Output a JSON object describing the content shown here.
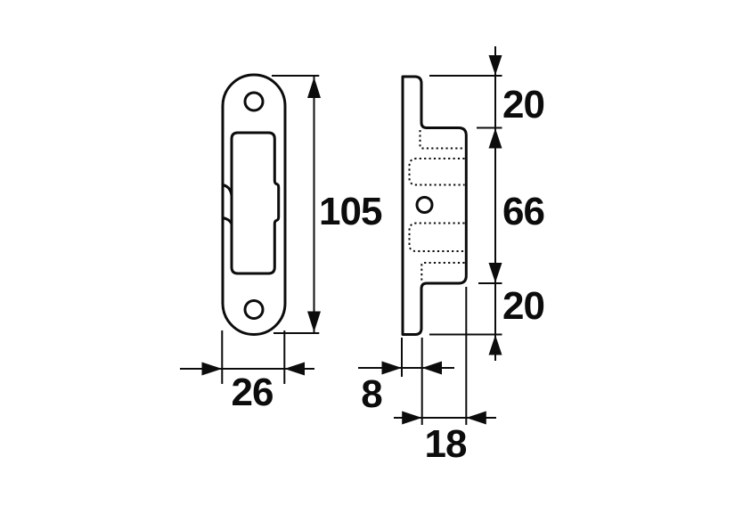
{
  "diagram": {
    "kind": "technical-drawing",
    "views": [
      "front-view",
      "side-view"
    ]
  },
  "dimensions": {
    "front_height": "105",
    "front_width": "26",
    "side_top_offset": "20",
    "side_middle_height": "66",
    "side_bottom_offset": "20",
    "plate_thickness": "8",
    "total_depth": "18"
  },
  "colors": {
    "line": "#0c0c0c",
    "background": "#ffffff"
  }
}
